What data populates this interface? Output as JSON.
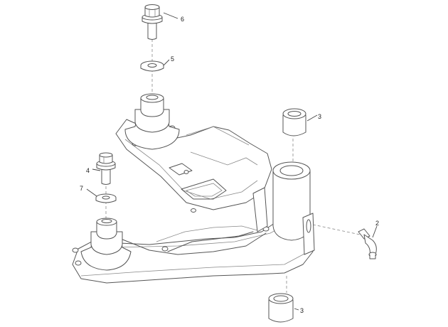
{
  "callouts": {
    "c6": "6",
    "c5": "5",
    "c3a": "3",
    "c4": "4",
    "c7": "7",
    "c2": "2",
    "c3b": "3"
  }
}
